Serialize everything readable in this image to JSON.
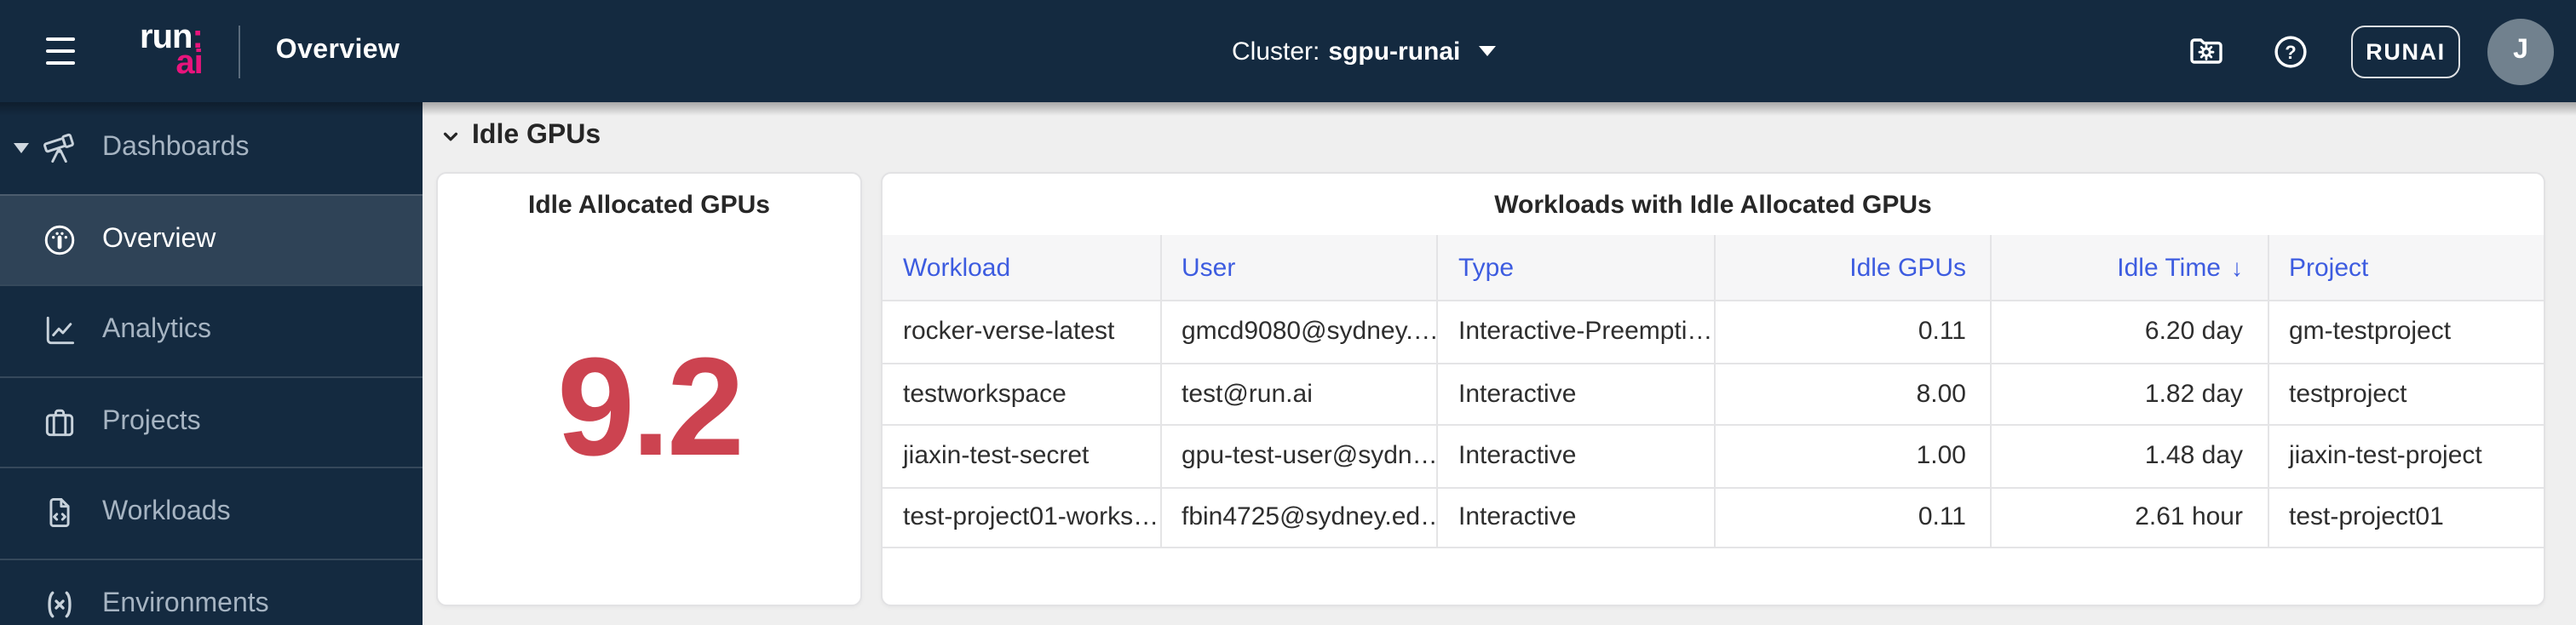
{
  "navbar": {
    "logo": {
      "run": "run",
      "colon": ":",
      "ai": "ai"
    },
    "title": "Overview",
    "cluster": {
      "label": "Cluster:",
      "name": "sgpu-runai"
    },
    "tenant_button_label": "RUNAI",
    "avatar_initial": "J"
  },
  "sidebar": {
    "items": [
      {
        "label": "Dashboards"
      },
      {
        "label": "Overview"
      },
      {
        "label": "Analytics"
      },
      {
        "label": "Projects"
      },
      {
        "label": "Workloads"
      },
      {
        "label": "Environments"
      }
    ]
  },
  "main": {
    "section_title": "Idle GPUs",
    "stat_card": {
      "title": "Idle Allocated GPUs",
      "value": "9.2"
    },
    "table_card": {
      "title": "Workloads with Idle Allocated GPUs",
      "columns": [
        {
          "label": "Workload"
        },
        {
          "label": "User"
        },
        {
          "label": "Type"
        },
        {
          "label": "Idle GPUs"
        },
        {
          "label": "Idle Time",
          "sorted": "desc"
        },
        {
          "label": "Project"
        }
      ],
      "rows": [
        {
          "workload": "rocker-verse-latest",
          "user": "gmcd9080@sydney.…",
          "type": "Interactive-Preempti…",
          "idle_gpus": "0.11",
          "idle_time": "6.20 day",
          "project": "gm-testproject"
        },
        {
          "workload": "testworkspace",
          "user": "test@run.ai",
          "type": "Interactive",
          "idle_gpus": "8.00",
          "idle_time": "1.82 day",
          "project": "testproject"
        },
        {
          "workload": "jiaxin-test-secret",
          "user": "gpu-test-user@sydn…",
          "type": "Interactive",
          "idle_gpus": "1.00",
          "idle_time": "1.48 day",
          "project": "jiaxin-test-project"
        },
        {
          "workload": "test-project01-works…",
          "user": "fbin4725@sydney.ed…",
          "type": "Interactive",
          "idle_gpus": "0.11",
          "idle_time": "2.61 hour",
          "project": "test-project01"
        }
      ]
    }
  },
  "icons": {
    "sort_desc": "↓",
    "help_glyph": "?"
  },
  "colors": {
    "navy": "#142A40",
    "brand_pink": "#E8147C",
    "link_blue": "#3D5CE0",
    "alert_red": "#CC4350",
    "selected_item": "#2F4357",
    "main_bg": "#EFEFEF",
    "header_row_bg": "#F6F6F7"
  }
}
